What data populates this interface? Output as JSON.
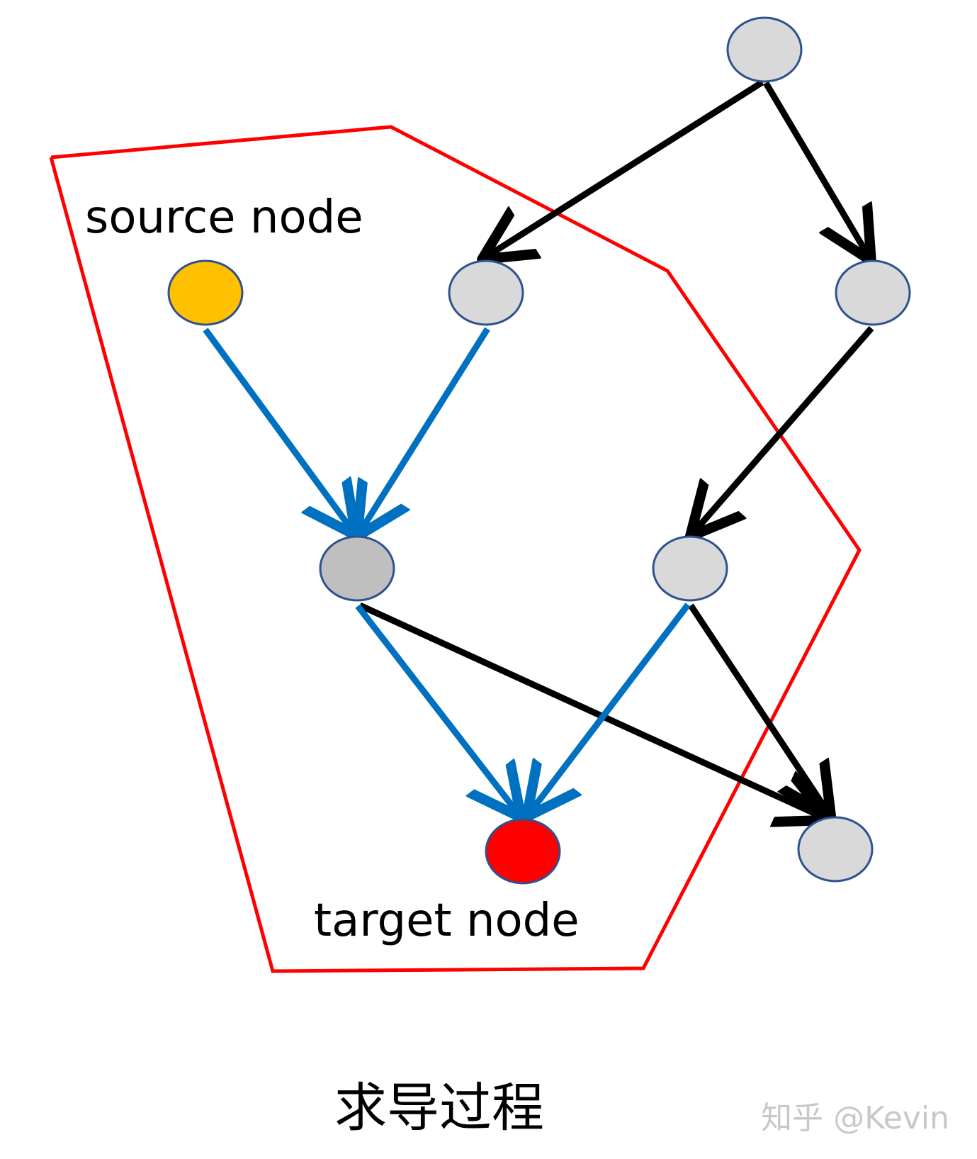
{
  "labels": {
    "source": "source node",
    "target": "target node"
  },
  "caption": "求导过程",
  "watermark": "知乎 @Kevin",
  "colors": {
    "subgraph_outline": "#ff0000",
    "gradient_edge": "#0070c0",
    "other_edge": "#000000",
    "node_default": "#d9d9d9",
    "node_intermediate": "#bfbfbf",
    "node_source": "#ffc000",
    "node_target": "#ff0000",
    "node_border": "#2f528f"
  },
  "legend_meaning": {
    "blue": "gradient-flow-edge",
    "black": "non-gradient-edge"
  }
}
